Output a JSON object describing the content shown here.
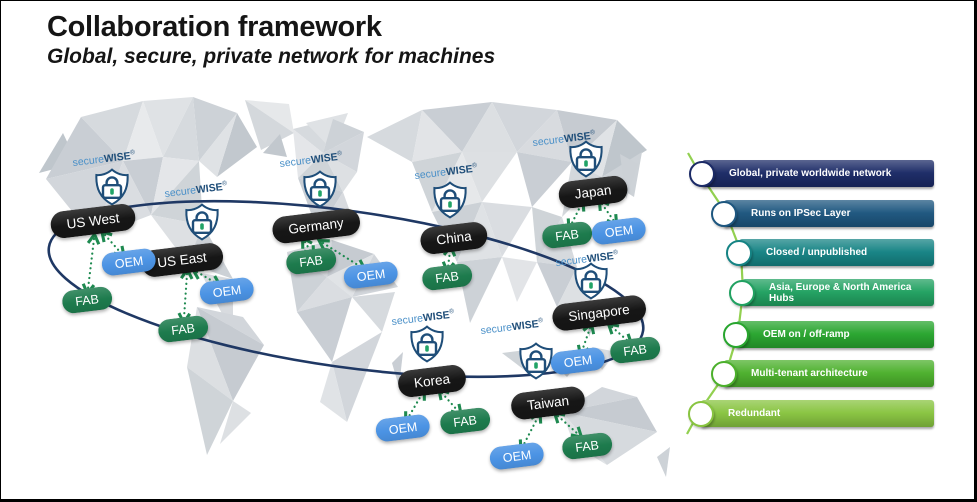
{
  "slide": {
    "title": "Collaboration framework",
    "subtitle": "Global, secure, private network for machines"
  },
  "brand": {
    "prefix": "secure",
    "suffix": "WISE",
    "reg": "®"
  },
  "icons": {
    "shield": "shield-lock-icon",
    "arrow": "double-chevron-dotted-arrow",
    "connector": "milestone-connector-line"
  },
  "colors": {
    "hub_pill": "#161616",
    "oem_pill": "#4b93e4",
    "fab_pill": "#1d7b4d",
    "network_ring": "#1f3864",
    "arrow_green": "#1e8a50",
    "connector_green": "#92d050",
    "brand_secure": "#4a90c8",
    "brand_wise": "#1f4e79",
    "shield_outline": "#1f4e79",
    "keyhole_green": "#21a366"
  },
  "map": {
    "hubs": [
      {
        "label": "US West",
        "satellites": [
          "FAB",
          "OEM"
        ]
      },
      {
        "label": "US East",
        "satellites": [
          "OEM",
          "FAB"
        ]
      },
      {
        "label": "Germany",
        "satellites": [
          "FAB",
          "OEM"
        ]
      },
      {
        "label": "China",
        "satellites": [
          "FAB"
        ]
      },
      {
        "label": "Japan",
        "satellites": [
          "FAB",
          "OEM"
        ]
      },
      {
        "label": "Singapore",
        "satellites": [
          "OEM",
          "FAB"
        ]
      },
      {
        "label": "Korea",
        "satellites": [
          "OEM",
          "FAB"
        ]
      },
      {
        "label": "Taiwan",
        "satellites": [
          "OEM",
          "FAB"
        ]
      }
    ]
  },
  "features": [
    {
      "label": "Global, private worldwide network",
      "color": "#1b2a66"
    },
    {
      "label": "Runs on IPSec Layer",
      "color": "#1d567f"
    },
    {
      "label": "Closed / unpublished",
      "color": "#158384"
    },
    {
      "label": "Asia, Europe & North America Hubs",
      "color": "#21a161"
    },
    {
      "label": "OEM on / off-ramp",
      "color": "#28a52e"
    },
    {
      "label": "Multi-tenant architecture",
      "color": "#4cb02c"
    },
    {
      "label": "Redundant",
      "color": "#88c440"
    }
  ]
}
